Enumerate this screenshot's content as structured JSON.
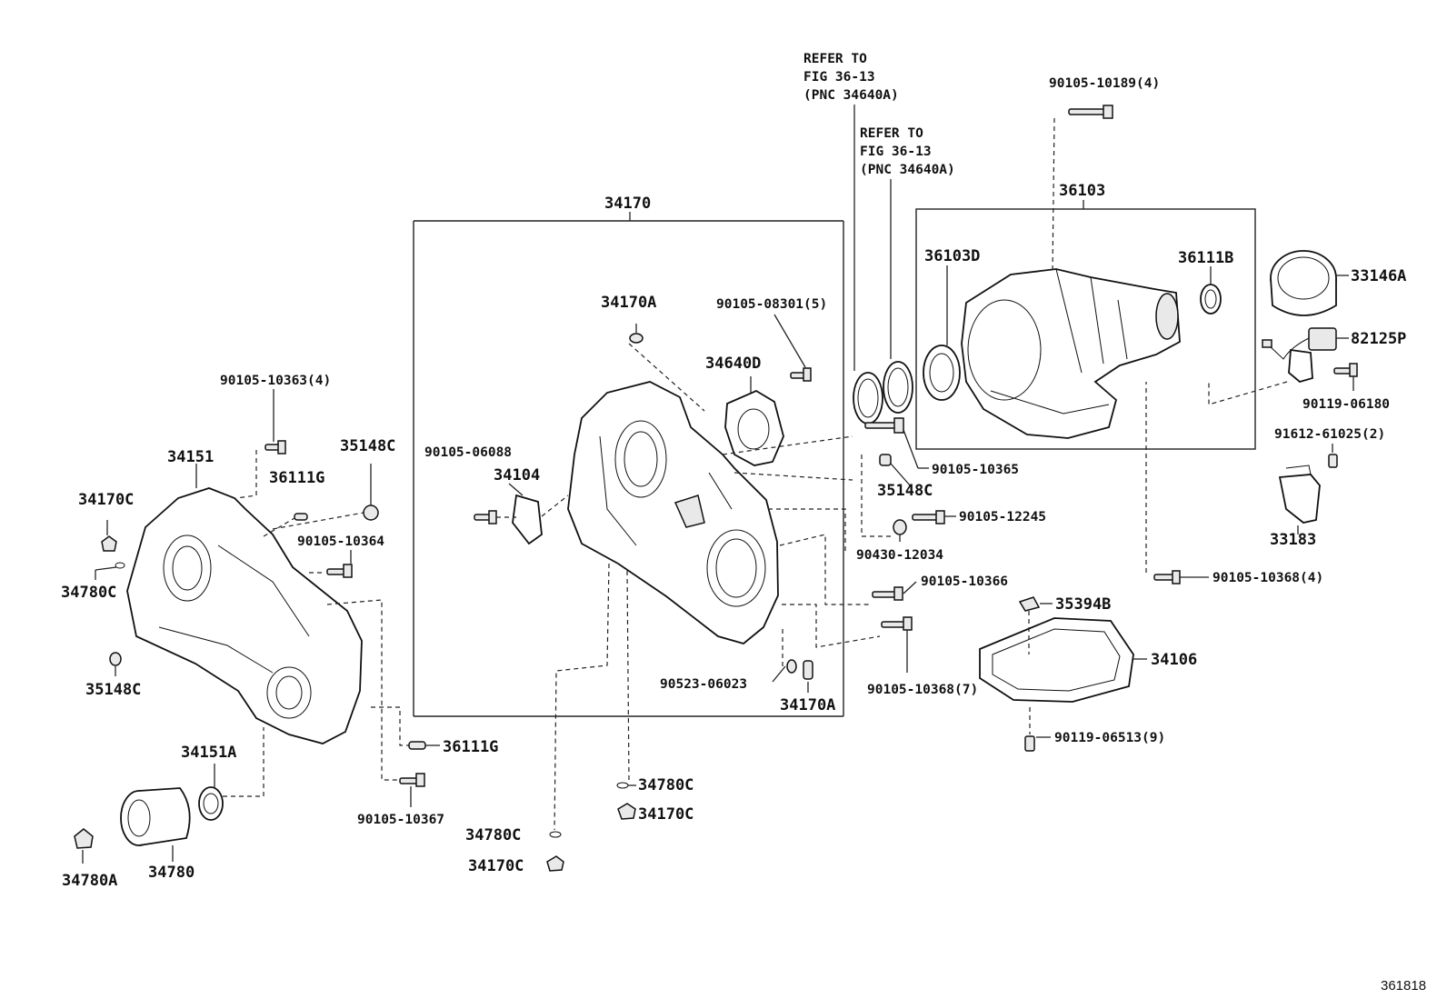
{
  "figure_id": "361818",
  "refer_notes": [
    {
      "lines": [
        "REFER TO",
        "FIG 36-13",
        "(PNC 34640A)"
      ]
    },
    {
      "lines": [
        "REFER TO",
        "FIG 36-13",
        "(PNC 34640A)"
      ]
    }
  ],
  "labels": {
    "p34170": "34170",
    "p36103": "36103",
    "p90105_10189": "90105-10189(4)",
    "p36103D": "36103D",
    "p36111B": "36111B",
    "p33146A": "33146A",
    "p82125P": "82125P",
    "p90119_06180": "90119-06180",
    "p91612_61025": "91612-61025(2)",
    "p33183": "33183",
    "p34170A_top": "34170A",
    "p90105_08301": "90105-08301(5)",
    "p34640D": "34640D",
    "p90105_06088": "90105-06088",
    "p34104": "34104",
    "p90105_10365": "90105-10365",
    "p35148C_mid": "35148C",
    "p90105_12245": "90105-12245",
    "p90430_12034": "90430-12034",
    "p90105_10368_4": "90105-10368(4)",
    "p90105_10366": "90105-10366",
    "p35394B": "35394B",
    "p34106": "34106",
    "p90105_10368_7": "90105-10368(7)",
    "p90523_06023": "90523-06023",
    "p34170A_bot": "34170A",
    "p90119_06513": "90119-06513(9)",
    "p90105_10363": "90105-10363(4)",
    "p34151": "34151",
    "p35148C_left": "35148C",
    "p36111G_top": "36111G",
    "p34170C_left": "34170C",
    "p90105_10364": "90105-10364",
    "p34780C_left": "34780C",
    "p35148C_low": "35148C",
    "p36111G_bot": "36111G",
    "p90105_10367": "90105-10367",
    "p34151A": "34151A",
    "p34780A": "34780A",
    "p34780": "34780",
    "p34780C_c1": "34780C",
    "p34170C_c1": "34170C",
    "p34780C_c2": "34780C",
    "p34170C_c2": "34170C"
  }
}
